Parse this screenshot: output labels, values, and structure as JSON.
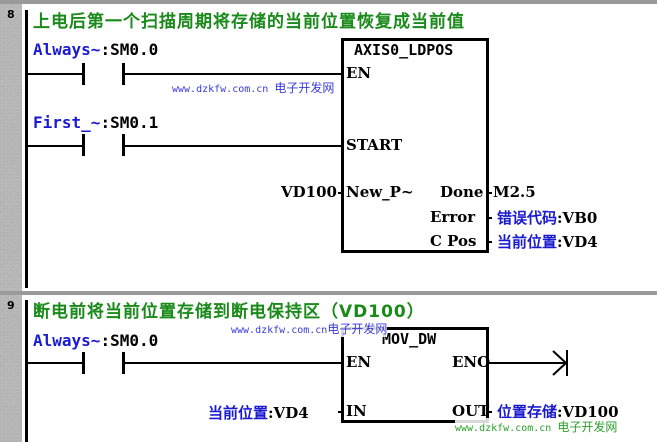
{
  "networks": [
    {
      "number": "8",
      "comment": "上电后第一个扫描周期将存储的当前位置恢复成当前值",
      "contacts": [
        {
          "symbol": "Always~",
          "address": ":SM0.0"
        },
        {
          "symbol": "First_~",
          "address": ":SM0.1"
        }
      ],
      "block": {
        "title": "AXIS0_LDPOS",
        "inputs": [
          "EN",
          "START",
          "New_P~"
        ],
        "outputs": [
          "Done",
          "Error",
          "C Pos"
        ],
        "input_operands": {
          "New_P~": "VD100"
        },
        "output_operands": [
          {
            "pin": "Done",
            "symbol": "",
            "address": "M2.5"
          },
          {
            "pin": "Error",
            "symbol": "错误代码",
            "address": ":VB0"
          },
          {
            "pin": "C Pos",
            "symbol": "当前位置",
            "address": ":VD4"
          }
        ]
      }
    },
    {
      "number": "9",
      "comment": "断电前将当前位置存储到断电保持区（VD100）",
      "contacts": [
        {
          "symbol": "Always~",
          "address": ":SM0.0"
        }
      ],
      "block": {
        "title": "MOV_DW",
        "inputs": [
          "EN",
          "IN"
        ],
        "outputs": [
          "ENO",
          "OUT"
        ],
        "input_operands": [
          {
            "pin": "IN",
            "symbol": "当前位置",
            "address": ":VD4"
          }
        ],
        "output_operands": [
          {
            "pin": "OUT",
            "symbol": "位置存储",
            "address": ":VD100"
          }
        ]
      }
    }
  ],
  "watermark": {
    "url": "www.dzkfw.com.cn",
    "name": "电子开发网"
  },
  "colors": {
    "comment": "#1a8a1a",
    "symbol": "#1a1ad0",
    "rail": "#000000"
  }
}
